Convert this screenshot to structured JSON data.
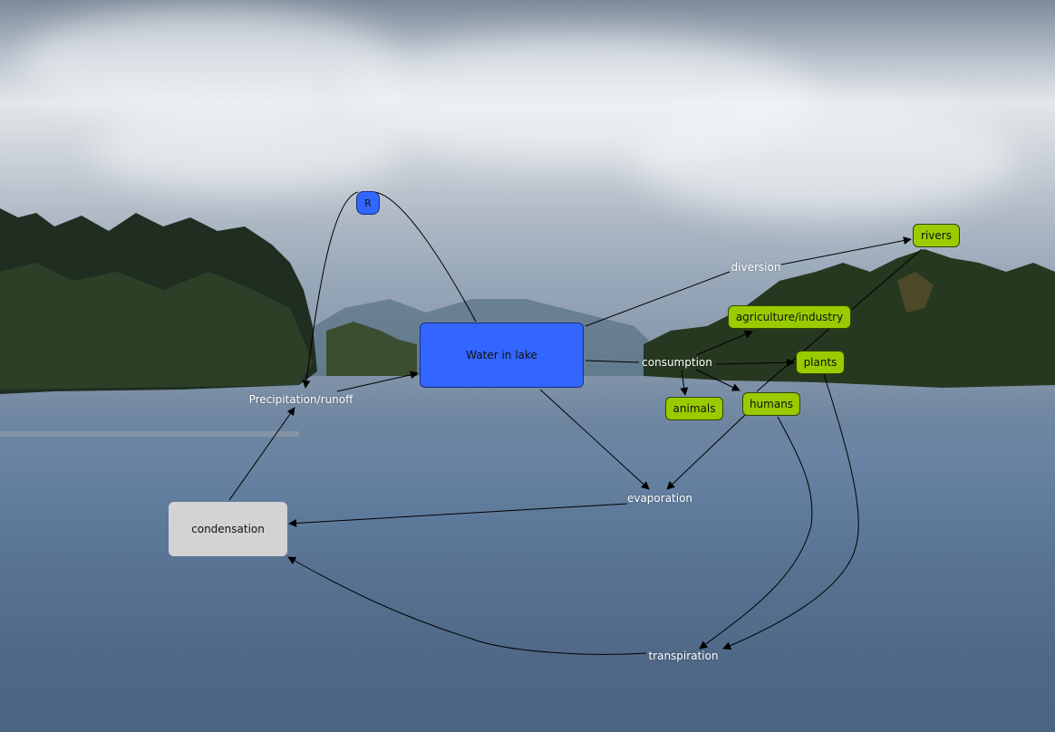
{
  "nodes": {
    "r": "R",
    "lake": "Water in lake",
    "condensation": "condensation",
    "rivers": "rivers",
    "agriculture": "agriculture/industry",
    "plants": "plants",
    "humans": "humans",
    "animals": "animals"
  },
  "labels": {
    "precipitation": "Precipitation/runoff",
    "diversion": "diversion",
    "consumption": "consumption",
    "evaporation": "evaporation",
    "transpiration": "transpiration"
  },
  "colors": {
    "blue_node": "#3366ff",
    "green_node": "#99cc00",
    "grey_node": "#d3d3d3",
    "link_text": "#ffffff"
  }
}
